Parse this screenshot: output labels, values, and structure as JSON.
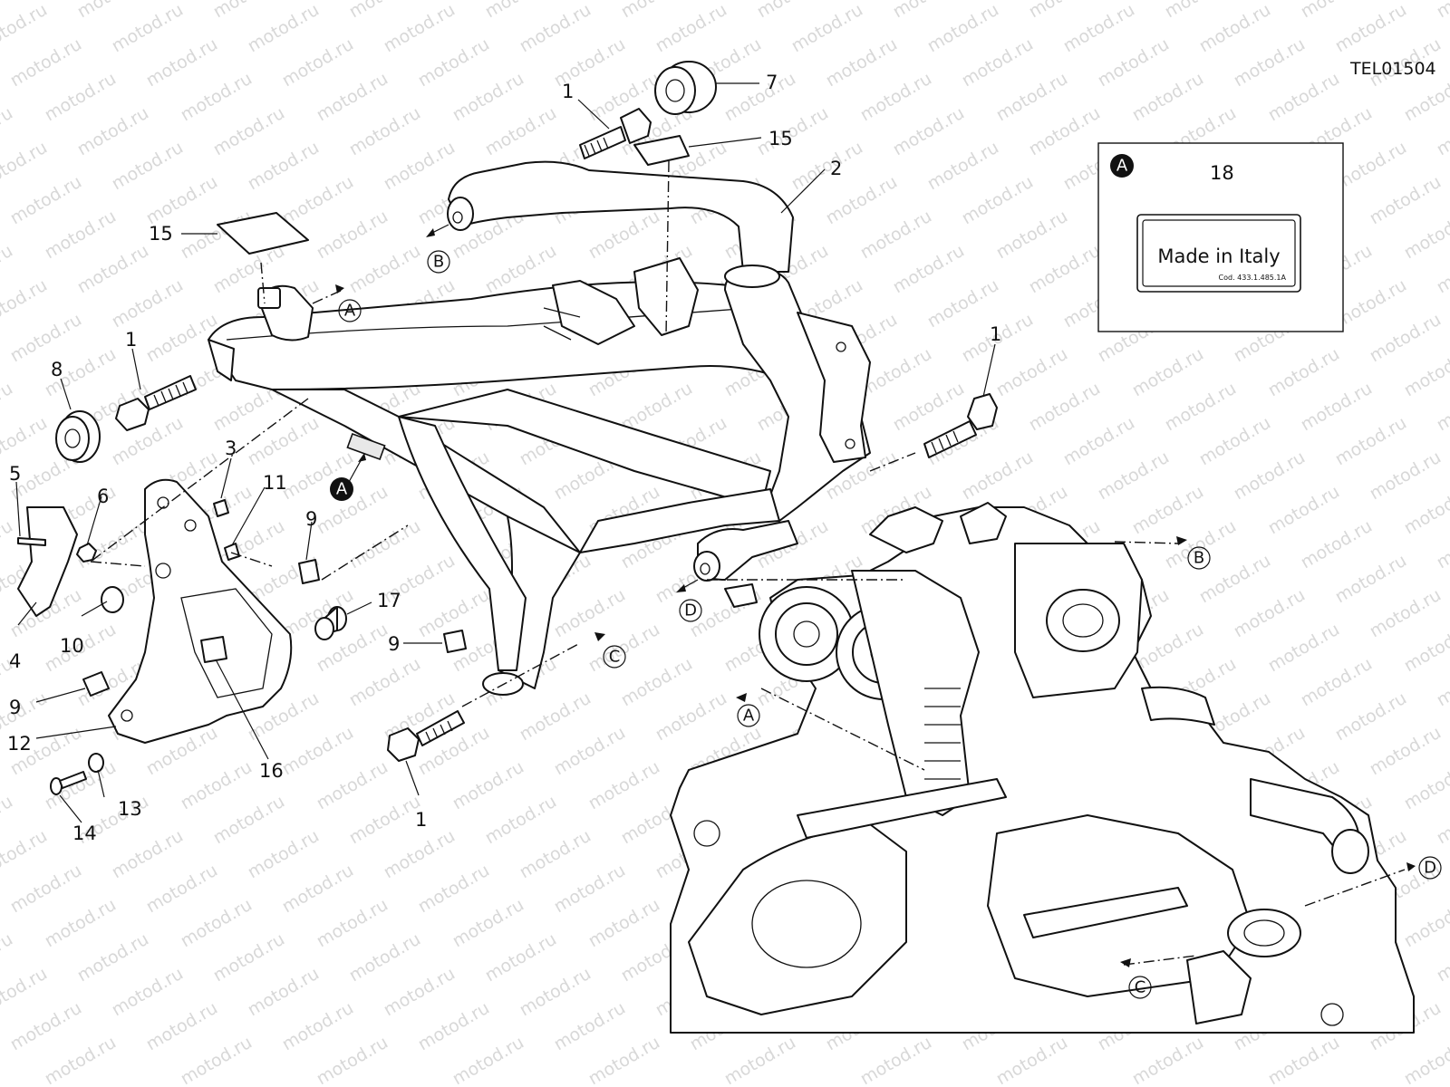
{
  "drawing_code": "TEL01504",
  "watermark": "motod.ru",
  "detail_box": {
    "marker": "A",
    "part_number": "18",
    "label_text": "Made in Italy",
    "label_code": "Cod. 433.1.485.1A"
  },
  "connection_markers": [
    "A",
    "B",
    "C",
    "D"
  ],
  "part_labels": {
    "p1a": "1",
    "p1b": "1",
    "p1c": "1",
    "p1d": "1",
    "p2": "2",
    "p3": "3",
    "p4": "4",
    "p5": "5",
    "p6": "6",
    "p7": "7",
    "p8": "8",
    "p9a": "9",
    "p9b": "9",
    "p9c": "9",
    "p10": "10",
    "p11": "11",
    "p12": "12",
    "p13": "13",
    "p14": "14",
    "p15a": "15",
    "p15b": "15",
    "p16": "16",
    "p17": "17"
  },
  "colors": {
    "line": "#111111",
    "watermark": "#d8d8d8",
    "background": "#ffffff"
  }
}
